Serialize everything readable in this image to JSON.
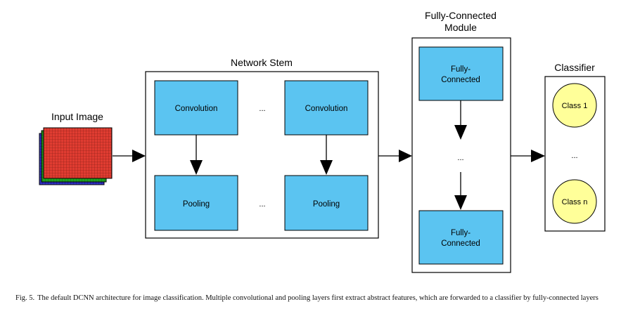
{
  "input": {
    "label": "Input Image"
  },
  "stem": {
    "title": "Network Stem",
    "conv_label": "Convolution",
    "pool_label": "Pooling",
    "ellipsis": "..."
  },
  "fc": {
    "title_line1": "Fully-Connected",
    "title_line2": "Module",
    "block_line1": "Fully-",
    "block_line2": "Connected",
    "ellipsis": "..."
  },
  "classifier": {
    "title": "Classifier",
    "class_first": "Class 1",
    "class_last": "Class n",
    "ellipsis": "..."
  },
  "colors": {
    "block_fill": "#5bc4f1",
    "class_fill": "#ffff99",
    "grid_red": "#e03c31",
    "grid_green": "#22aa22",
    "grid_blue": "#3333cc"
  },
  "caption": {
    "label": "Fig. 5.",
    "text": "The default DCNN architecture for image classification. Multiple convolutional and pooling layers first extract abstract features, which are forwarded to a classifier by fully-connected layers"
  }
}
